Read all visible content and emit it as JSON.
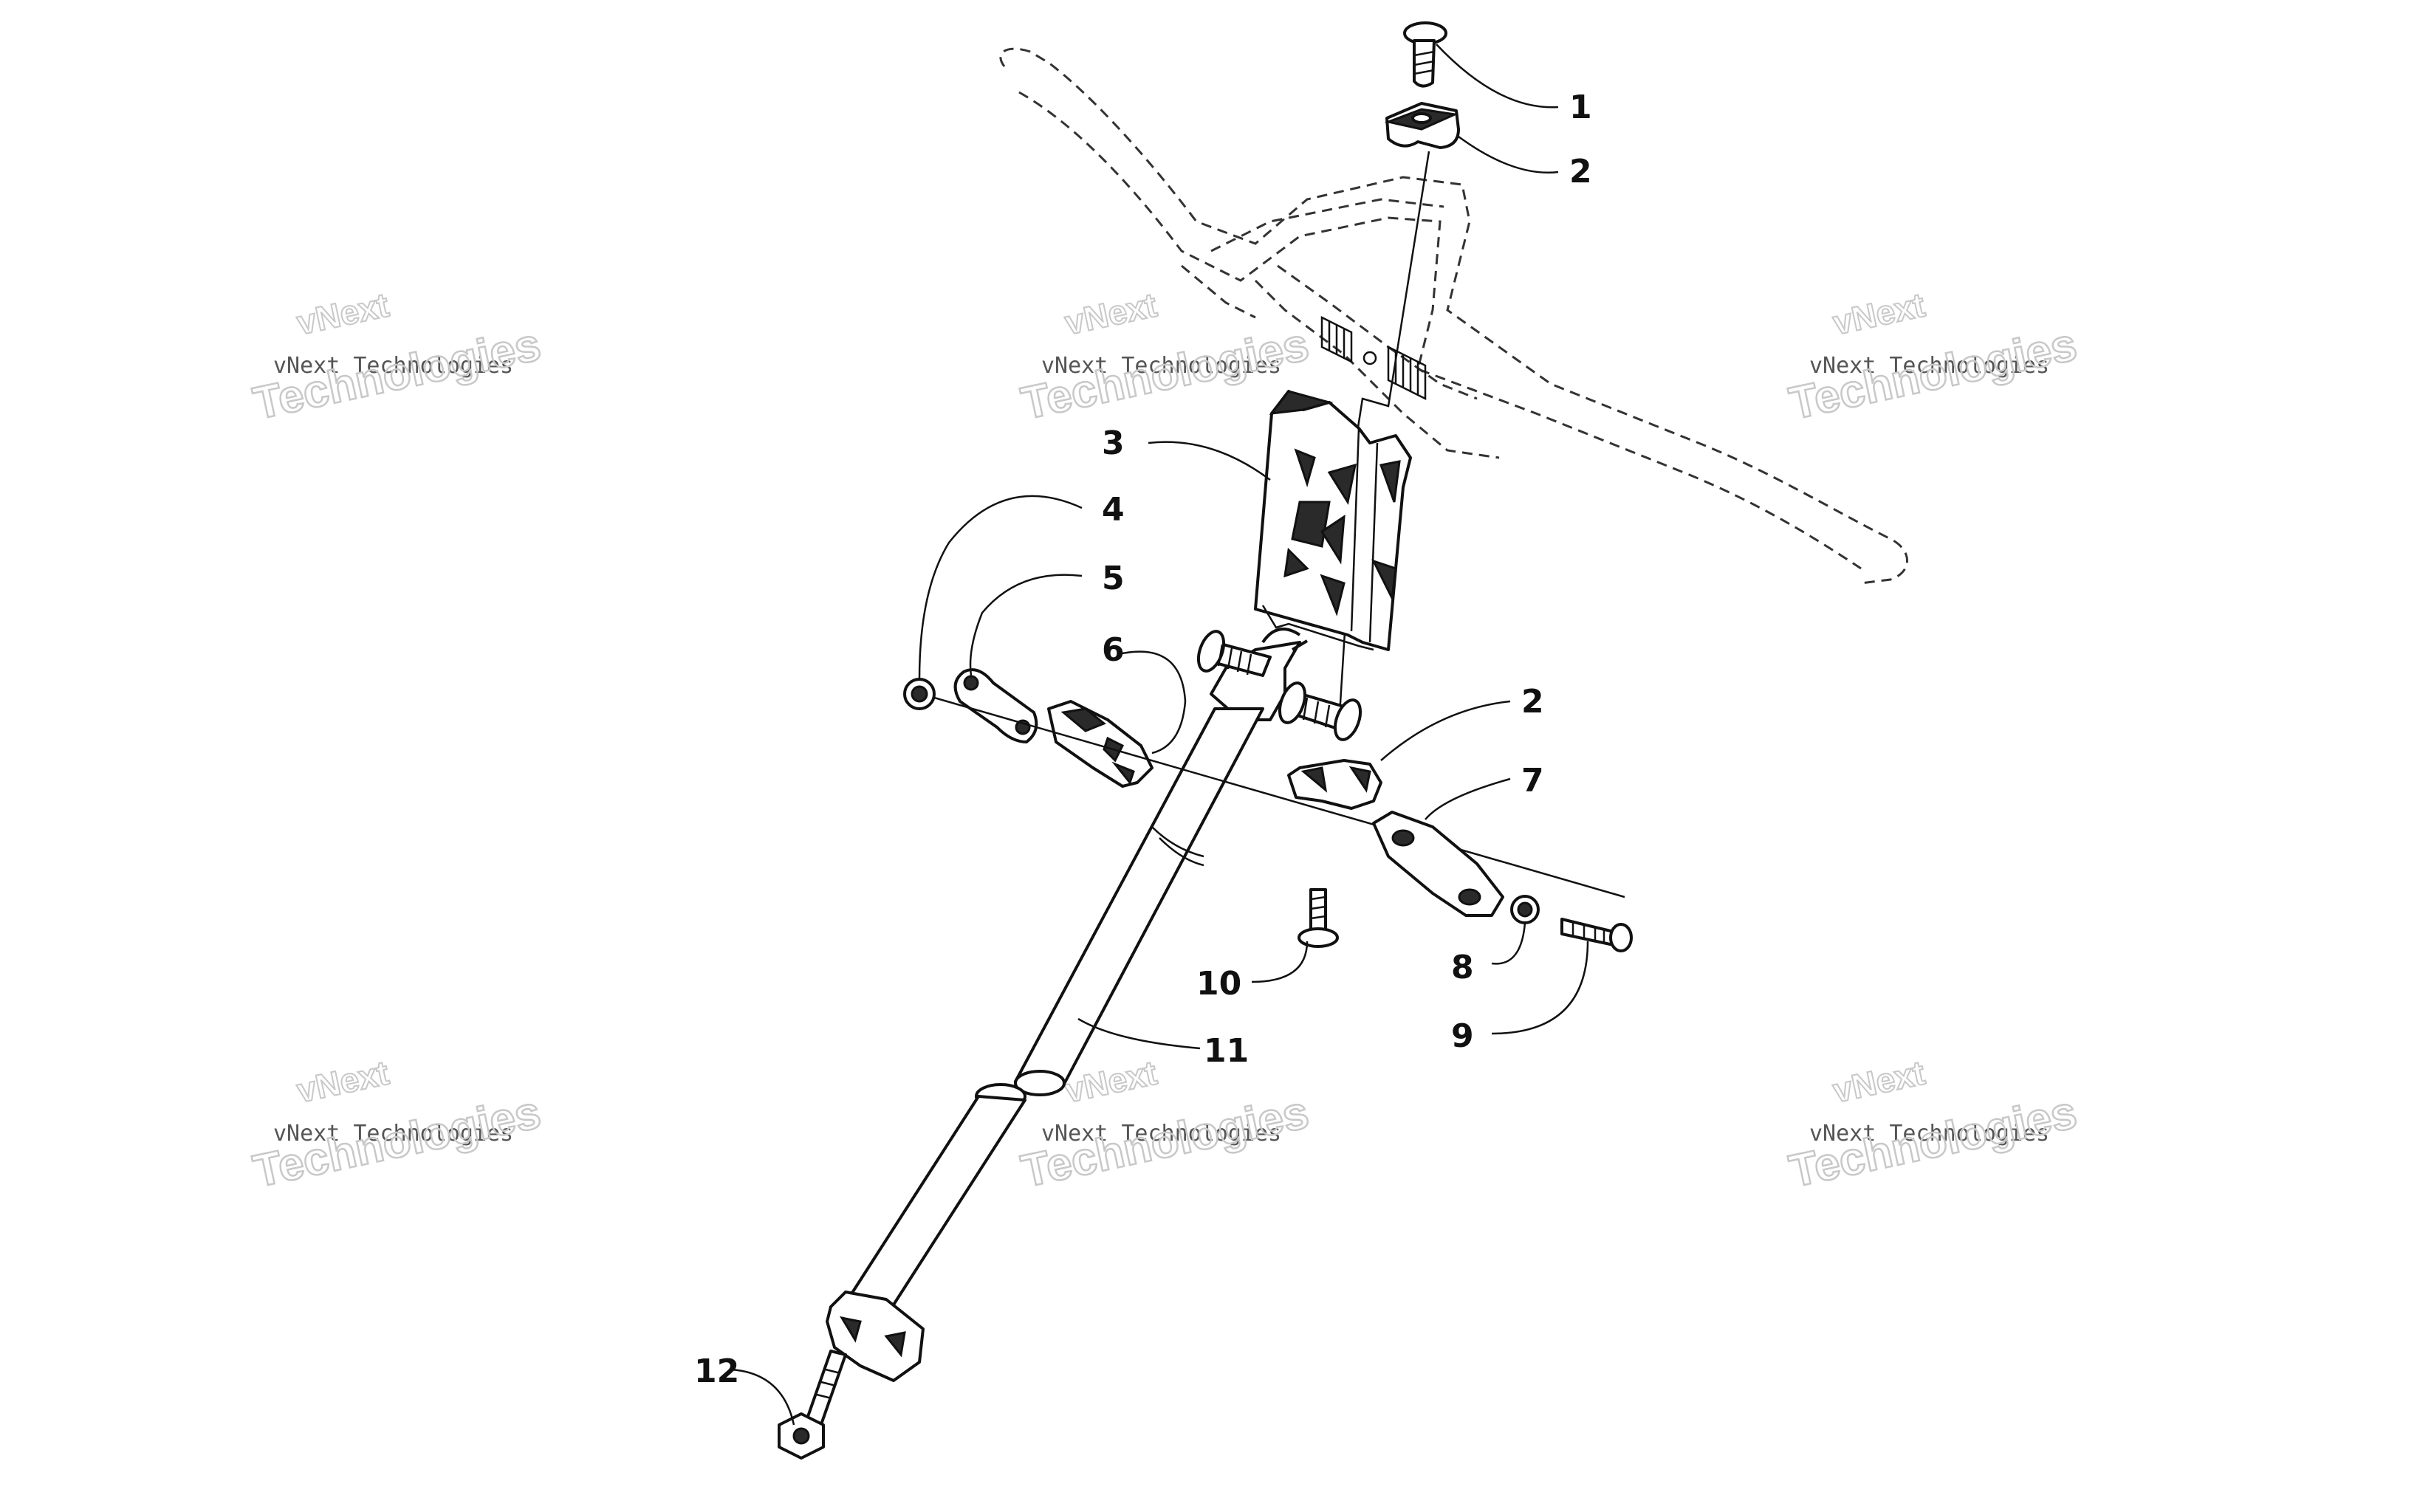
{
  "callouts": [
    "1",
    "2",
    "3",
    "4",
    "5",
    "6",
    "2",
    "7",
    "8",
    "9",
    "10",
    "11",
    "12"
  ],
  "watermark": {
    "line1": "vNext",
    "line2": "vNext Technologies",
    "line3": "Technologies"
  }
}
